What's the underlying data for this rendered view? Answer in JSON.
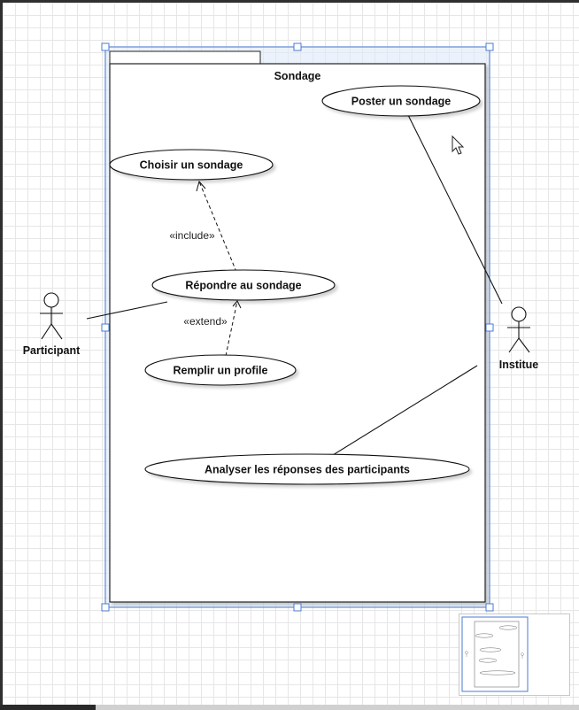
{
  "diagram": {
    "system_title": "Sondage",
    "use_cases": [
      {
        "id": "poster",
        "label": "Poster un sondage"
      },
      {
        "id": "choisir",
        "label": "Choisir un sondage"
      },
      {
        "id": "repondre",
        "label": "Répondre au sondage"
      },
      {
        "id": "remplir",
        "label": "Remplir un profile"
      },
      {
        "id": "analyser",
        "label": "Analyser les réponses des participants"
      }
    ],
    "actors": [
      {
        "id": "participant",
        "label": "Participant"
      },
      {
        "id": "institue",
        "label": "Institue"
      }
    ],
    "relations": [
      {
        "from": "repondre",
        "to": "choisir",
        "stereotype": "«include»"
      },
      {
        "from": "remplir",
        "to": "repondre",
        "stereotype": "«extend»"
      }
    ]
  },
  "colors": {
    "selection": "#4a7bd0",
    "handle_fill": "#ffffff",
    "grid": "#e6e6e6"
  }
}
